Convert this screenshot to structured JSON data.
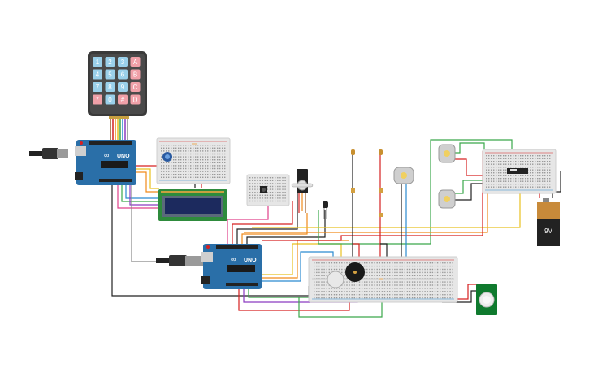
{
  "circuit": {
    "keypad": {
      "keys": [
        [
          "1",
          "2",
          "3",
          "A"
        ],
        [
          "4",
          "5",
          "6",
          "B"
        ],
        [
          "7",
          "8",
          "9",
          "C"
        ],
        [
          "*",
          "0",
          "#",
          "D"
        ]
      ]
    },
    "arduino_top": {
      "brand_text": "UNO",
      "logo_text": "∞"
    },
    "arduino_bottom": {
      "brand_text": "UNO",
      "logo_text": "∞"
    },
    "battery": {
      "label": "9V"
    },
    "colors": {
      "arduino_blue": "#2a6fa8",
      "breadboard": "#e6e6e6",
      "lcd_frame": "#2e8b3c",
      "lcd_screen": "#1c2a5e",
      "battery_top": "#c88a3a",
      "battery_body": "#222222",
      "pir_board": "#0f7a2e",
      "wire_red": "#d62020",
      "wire_black": "#222222",
      "wire_green": "#3aa84a",
      "wire_orange": "#f08a1a",
      "wire_yellow": "#e8c020",
      "wire_blue": "#2a8ad0",
      "wire_purple": "#8a3ac0",
      "wire_pink": "#e0408a",
      "wire_cyan": "#20b0c0"
    }
  }
}
